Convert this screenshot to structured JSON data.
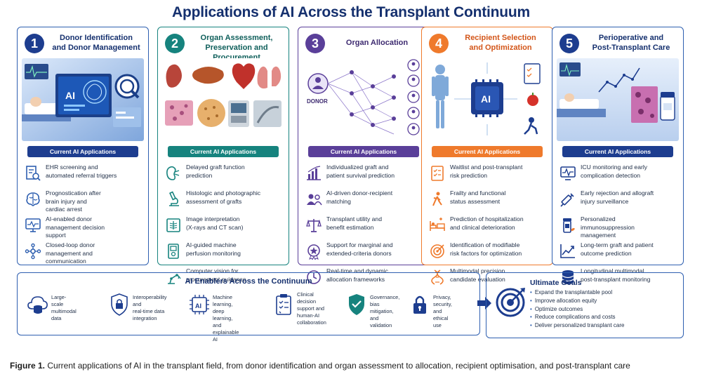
{
  "title": "Applications of AI Across the Transplant Continuum",
  "current_label": "Current AI Applications",
  "panels": [
    {
      "number": "1",
      "title_line1": "Donor Identification",
      "title_line2": "and Donor Management",
      "color": "#1d3d8f",
      "illustration_text": "AI",
      "items": [
        {
          "icon": "ehr-search-icon",
          "l1": "EHR screening and",
          "l2": "automated referral triggers",
          "l3": ""
        },
        {
          "icon": "brain-icon",
          "l1": "Prognostication after",
          "l2": "brain injury and",
          "l3": "cardiac arrest"
        },
        {
          "icon": "monitor-icon",
          "l1": "AI-enabled donor",
          "l2": "management decision",
          "l3": "support"
        },
        {
          "icon": "network-icon",
          "l1": "Closed-loop donor",
          "l2": "management and",
          "l3": "communication"
        }
      ]
    },
    {
      "number": "2",
      "title_line1": "Organ Assessment,",
      "title_line2": "Preservation and Procurement",
      "color": "#16837e",
      "illustration_text": "",
      "items": [
        {
          "icon": "kidney-icon",
          "l1": "Delayed graft function",
          "l2": "prediction",
          "l3": ""
        },
        {
          "icon": "microscope-icon",
          "l1": "Histologic and photographic",
          "l2": "assessment of grafts",
          "l3": ""
        },
        {
          "icon": "xray-icon",
          "l1": "Image interpretation",
          "l2": "(X-rays and CT scan)",
          "l3": ""
        },
        {
          "icon": "perfusion-machine-icon",
          "l1": "AI-guided machine",
          "l2": "perfusion monitoring",
          "l3": ""
        },
        {
          "icon": "robot-arm-icon",
          "l1": "Computer vision for",
          "l2": "procurement guidance",
          "l3": ""
        }
      ]
    },
    {
      "number": "3",
      "title_line1": "Organ Allocation",
      "title_line2": "",
      "color": "#5a3f99",
      "illustration_text": "DONOR",
      "items": [
        {
          "icon": "bar-chart-icon",
          "l1": "Individualized graft and",
          "l2": "patient survival prediction",
          "l3": ""
        },
        {
          "icon": "people-icon",
          "l1": "AI-driven donor-recipient",
          "l2": "matching",
          "l3": ""
        },
        {
          "icon": "scales-icon",
          "l1": "Transplant utility and",
          "l2": "benefit estimation",
          "l3": ""
        },
        {
          "icon": "star-badge-icon",
          "l1": "Support for marginal and",
          "l2": "extended-criteria donors",
          "l3": ""
        },
        {
          "icon": "clock-icon",
          "l1": "Real-time and dynamic",
          "l2": "allocation frameworks",
          "l3": ""
        }
      ]
    },
    {
      "number": "4",
      "title_line1": "Recipient Selection",
      "title_line2": "and Optimization",
      "color": "#ef7a2c",
      "illustration_text": "AI",
      "items": [
        {
          "icon": "checklist-icon",
          "l1": "Waitlist and post-transplant",
          "l2": "risk prediction",
          "l3": ""
        },
        {
          "icon": "walking-person-icon",
          "l1": "Frailty and functional",
          "l2": "status assessment",
          "l3": ""
        },
        {
          "icon": "hospital-bed-icon",
          "l1": "Prediction of hospitalization",
          "l2": "and clinical deterioration",
          "l3": ""
        },
        {
          "icon": "target-icon",
          "l1": "Identification of modifiable",
          "l2": "risk factors for optimization",
          "l3": ""
        },
        {
          "icon": "dna-icon",
          "l1": "Multimodal precision",
          "l2": "candidate evaluation",
          "l3": ""
        }
      ]
    },
    {
      "number": "5",
      "title_line1": "Perioperative and",
      "title_line2": "Post-Transplant Care",
      "color": "#1d3d8f",
      "illustration_text": "",
      "items": [
        {
          "icon": "icu-monitor-icon",
          "l1": "ICU monitoring and early",
          "l2": "complication detection",
          "l3": ""
        },
        {
          "icon": "syringe-icon",
          "l1": "Early rejection and allograft",
          "l2": "injury surveillance",
          "l3": ""
        },
        {
          "icon": "pill-bottle-icon",
          "l1": "Personalized",
          "l2": "immunosuppression",
          "l3": "management"
        },
        {
          "icon": "trend-chart-icon",
          "l1": "Long-term graft and patient",
          "l2": "outcome prediction",
          "l3": ""
        },
        {
          "icon": "database-icon",
          "l1": "Longitudinal multimodal",
          "l2": "post-transplant monitoring",
          "l3": ""
        }
      ]
    }
  ],
  "enablers": {
    "title": "AI Enablers Across the Continuum",
    "items": [
      {
        "icon": "cloud-database-icon",
        "l1": "Large-scale",
        "l2": "multimodal data",
        "l3": "",
        "l4": ""
      },
      {
        "icon": "shield-lock-icon",
        "l1": "Interoperability and",
        "l2": "real-time data",
        "l3": "integration",
        "l4": ""
      },
      {
        "icon": "ai-chip-icon",
        "l1": "Machine learning,",
        "l2": "deep learning, and",
        "l3": "explainable AI",
        "l4": ""
      },
      {
        "icon": "clipboard-check-icon",
        "l1": "Clinical decision",
        "l2": "support and",
        "l3": "human-AI",
        "l4": "collaboration"
      },
      {
        "icon": "shield-check-icon",
        "l1": "Governance,",
        "l2": "bias mitigation,",
        "l3": "and validation",
        "l4": ""
      },
      {
        "icon": "padlock-icon",
        "l1": "Privacy, security,",
        "l2": "and ethical use",
        "l3": "",
        "l4": ""
      }
    ]
  },
  "goals": {
    "title": "Ultimate Goals",
    "items": [
      "Expand the transplantable pool",
      "Improve allocation equity",
      "Optimize outcomes",
      "Reduce complications and costs",
      "Deliver personalized transplant care"
    ]
  },
  "caption": {
    "label": "Figure 1.",
    "text": " Current applications of AI in the transplant field, from donor identification and organ assessment to allocation, recipient optimisation, and post-transplant care"
  }
}
